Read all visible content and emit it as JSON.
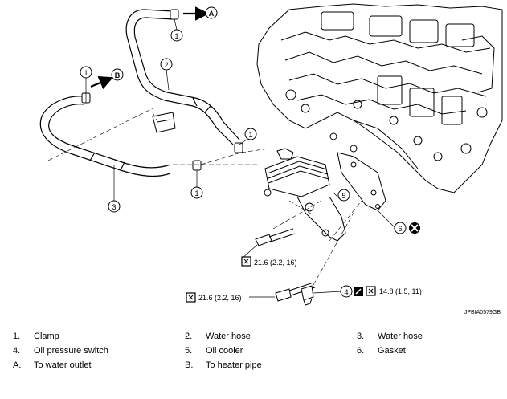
{
  "diagram": {
    "callouts": {
      "clamp_1": "1",
      "clamp_2": "1",
      "clamp_3": "1",
      "clamp_4": "1",
      "water_hose_a": "2",
      "water_hose_b": "3",
      "oil_pressure_switch": "4",
      "oil_cooler": "5",
      "gasket": "6"
    },
    "arrow_a": "A",
    "arrow_b": "B",
    "torque_1": "21.6 (2.2, 16)",
    "torque_2": "21.6 (2.2, 16)",
    "torque_3": "14.8 (1.5, 11)",
    "ref_code": "JPBIA0579GB"
  },
  "legend": {
    "items": [
      {
        "num": "1.",
        "text": "Clamp"
      },
      {
        "num": "2.",
        "text": "Water hose"
      },
      {
        "num": "3.",
        "text": "Water hose"
      },
      {
        "num": "4.",
        "text": "Oil pressure switch"
      },
      {
        "num": "5.",
        "text": "Oil cooler"
      },
      {
        "num": "6.",
        "text": "Gasket"
      },
      {
        "num": "A.",
        "text": "To water outlet"
      },
      {
        "num": "B.",
        "text": "To heater pipe"
      }
    ]
  }
}
